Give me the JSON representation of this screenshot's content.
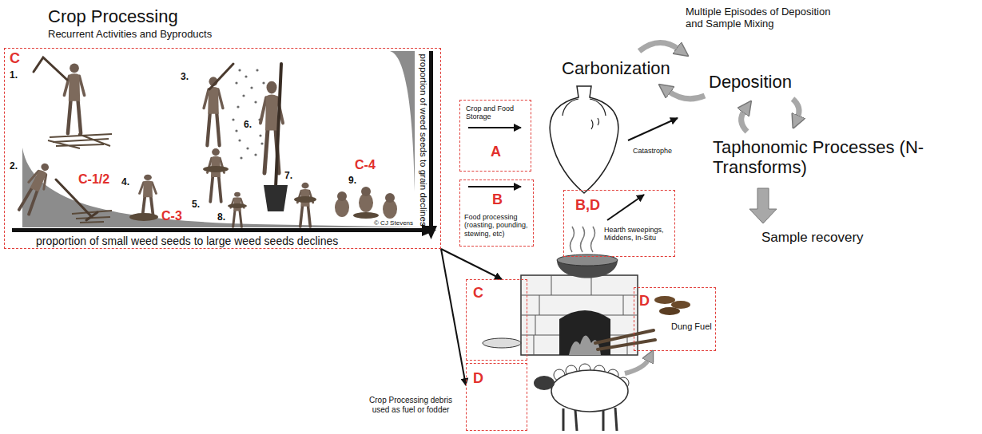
{
  "diagram": {
    "title": "Crop Processing",
    "nodes": [
      {
        "text": [
          "C"
        ]
      },
      {
        "text": [
          "Crop and Food Storage",
          "A"
        ]
      },
      {
        "text": [
          "B",
          "Food processing (roasting, pounding, stewing, etc)"
        ]
      },
      {
        "text": [
          "B,D",
          "Hearth sweepings, Middens, In-Situ"
        ]
      },
      {
        "text": [
          "C"
        ]
      },
      {
        "text": [
          "D",
          "Dung Fuel"
        ]
      },
      {
        "text": [
          "D"
        ]
      }
    ],
    "edges": [
      {
        "from": 0,
        "to": 4,
        "arrow": "to"
      },
      {
        "from": 0,
        "to": 6,
        "arrow": "to"
      }
    ],
    "labels": [
      "Recurrent Activities and Byproducts",
      "1.",
      "2.",
      "3.",
      "4.",
      "5.",
      "6.",
      "7.",
      "8.",
      "9.",
      "C-1/2",
      "C-3",
      "C-4",
      "proportion of weed seeds to grain declines",
      "proportion of small weed seeds to large weed seeds declines",
      "© CJ Stevens",
      "Multiple Episodes of Deposition and Sample Mixing",
      "Carbonization",
      "Deposition",
      "Catastrophe",
      "Taphonomic Processes (N-Transforms)",
      "Sample recovery",
      "Crop Processing debris used as fuel or fodder"
    ]
  }
}
